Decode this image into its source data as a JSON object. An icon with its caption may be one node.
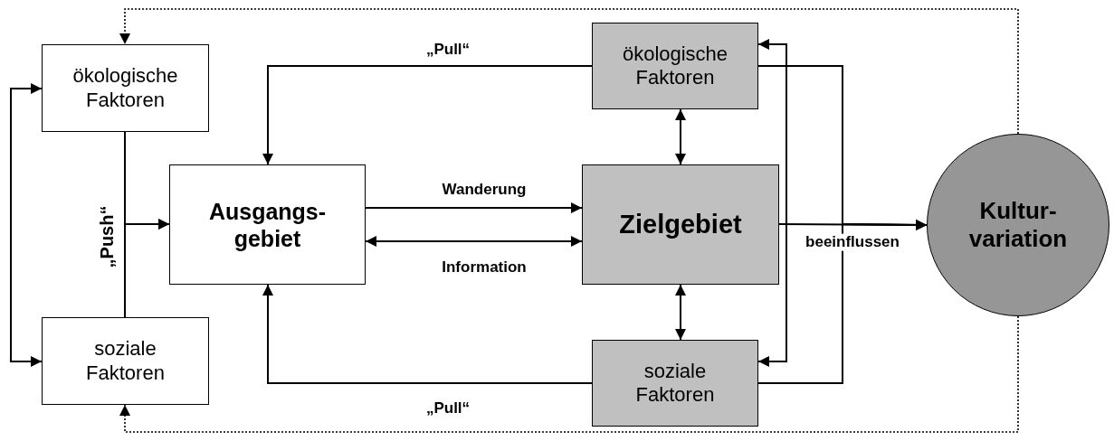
{
  "diagram": {
    "nodes": [
      {
        "text": [
          "ökologische Faktoren"
        ]
      },
      {
        "text": [
          "soziale Faktoren"
        ]
      },
      {
        "text": [
          "Ausgangs- gebiet"
        ]
      },
      {
        "text": [
          "ökologische Faktoren"
        ]
      },
      {
        "text": [
          "Zielgebiet"
        ]
      },
      {
        "text": [
          "soziale Faktoren"
        ]
      },
      {
        "text": [
          "Kultur- variation"
        ]
      }
    ],
    "edges": [
      {
        "from": 0,
        "to": 2,
        "arrow": "to",
        "label": "„Push“"
      },
      {
        "from": 1,
        "to": 2,
        "arrow": "to"
      },
      {
        "from": 0,
        "to": 1,
        "arrow": "both"
      },
      {
        "from": 3,
        "to": 2,
        "arrow": "to",
        "label": "„Pull“"
      },
      {
        "from": 2,
        "to": 4,
        "arrow": "to",
        "label": "Wanderung"
      },
      {
        "from": 2,
        "to": 4,
        "arrow": "both",
        "label": "Information"
      },
      {
        "from": 3,
        "to": 4,
        "arrow": "both"
      },
      {
        "from": 4,
        "to": 5,
        "arrow": "both"
      },
      {
        "from": 5,
        "to": 2,
        "arrow": "to",
        "label": "„Pull“"
      },
      {
        "from": 4,
        "to": 6,
        "arrow": "to",
        "label": "beeinflussen"
      },
      {
        "from": 4,
        "to": 3,
        "arrow": "to"
      },
      {
        "from": 4,
        "to": 5,
        "arrow": "to"
      },
      {
        "from": 3,
        "to": 6,
        "arrow": "to"
      },
      {
        "from": 5,
        "to": 6,
        "arrow": "to"
      },
      {
        "from": 6,
        "to": 0,
        "arrow": "to",
        "style": "dashed"
      },
      {
        "from": 6,
        "to": 1,
        "arrow": "to",
        "style": "dashed"
      }
    ]
  }
}
